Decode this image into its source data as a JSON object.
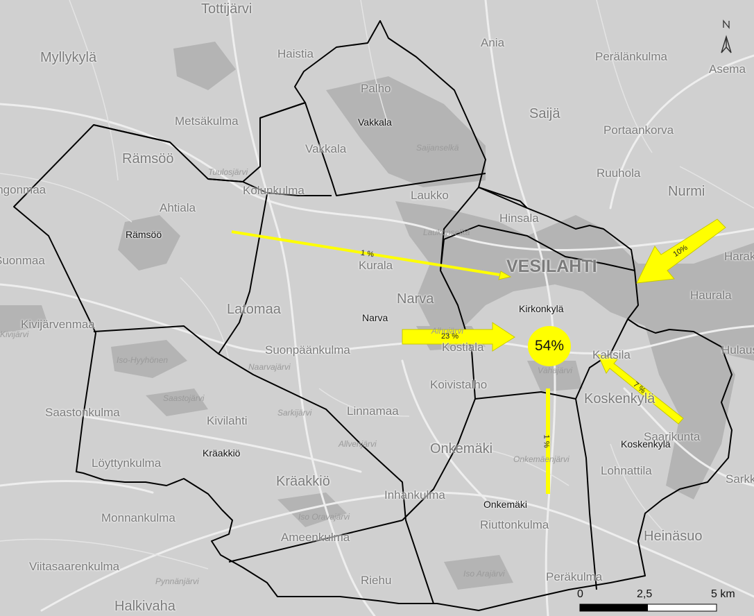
{
  "background_labels": [
    {
      "text": "Tottijärvi",
      "size": "big"
    },
    {
      "text": "Myllykylä",
      "size": "big"
    },
    {
      "text": "Haistia",
      "size": "mid"
    },
    {
      "text": "Ania",
      "size": "mid"
    },
    {
      "text": "Perälänkulma",
      "size": "mid"
    },
    {
      "text": "Asema",
      "size": "mid"
    },
    {
      "text": "Palho",
      "size": "mid"
    },
    {
      "text": "Saijä",
      "size": "big"
    },
    {
      "text": "Metsäkulma",
      "size": "mid"
    },
    {
      "text": "Portaankorva",
      "size": "mid"
    },
    {
      "text": "Rämsöö",
      "size": "big"
    },
    {
      "text": "Vakkala",
      "size": "mid"
    },
    {
      "text": "Ruuhola",
      "size": "mid"
    },
    {
      "text": "Nurmi",
      "size": "big"
    },
    {
      "text": "Kolunkulma",
      "size": "mid"
    },
    {
      "text": "Laukko",
      "size": "mid"
    },
    {
      "text": "Ahtiala",
      "size": "mid"
    },
    {
      "text": "Hinsala",
      "size": "mid"
    },
    {
      "text": "VESILAHTI",
      "size": "huge"
    },
    {
      "text": "Kurala",
      "size": "mid"
    },
    {
      "text": "Haurala",
      "size": "mid"
    },
    {
      "text": "Narva",
      "size": "big"
    },
    {
      "text": "Latomaa",
      "size": "big"
    },
    {
      "text": "Kivijärvenmaa",
      "size": "mid"
    },
    {
      "text": "Suonpäänkulma",
      "size": "mid"
    },
    {
      "text": "Kostiala",
      "size": "mid"
    },
    {
      "text": "Koivistalho",
      "size": "mid"
    },
    {
      "text": "Koskenkylä",
      "size": "big"
    },
    {
      "text": "Saastonkulma",
      "size": "mid"
    },
    {
      "text": "Linnamaa",
      "size": "mid"
    },
    {
      "text": "Kivilahti",
      "size": "mid"
    },
    {
      "text": "Onkemäki",
      "size": "big"
    },
    {
      "text": "Saarikunta",
      "size": "mid"
    },
    {
      "text": "Löyttynkulma",
      "size": "mid"
    },
    {
      "text": "Kräakkiö",
      "size": "big"
    },
    {
      "text": "Lohnattila",
      "size": "mid"
    },
    {
      "text": "Inhankulma",
      "size": "mid"
    },
    {
      "text": "Monnankulma",
      "size": "mid"
    },
    {
      "text": "Riuttonkulma",
      "size": "mid"
    },
    {
      "text": "Ameenkulma",
      "size": "mid"
    },
    {
      "text": "Heinäsuo",
      "size": "big"
    },
    {
      "text": "Viitasaarenkulma",
      "size": "mid"
    },
    {
      "text": "Riehu",
      "size": "mid"
    },
    {
      "text": "Peräkulma",
      "size": "mid"
    },
    {
      "text": "Halkivaha",
      "size": "big"
    },
    {
      "text": "Suonmaa",
      "size": "mid"
    },
    {
      "text": "Ongonmaa",
      "size": "mid"
    },
    {
      "text": "Hulaus",
      "size": "mid"
    },
    {
      "text": "Harakl",
      "size": "mid"
    },
    {
      "text": "Sarkki",
      "size": "mid"
    },
    {
      "text": "Kaltsila",
      "size": "mid"
    },
    {
      "text": "Saijanselkä",
      "size": "small"
    },
    {
      "text": "Iso-Hyyhönen",
      "size": "small"
    },
    {
      "text": "Naarvajärvi",
      "size": "small"
    },
    {
      "text": "Saastojärvi",
      "size": "small"
    },
    {
      "text": "Alhojärvi",
      "size": "small"
    },
    {
      "text": "Vähajärvi",
      "size": "small"
    },
    {
      "text": "Onkemäenjärvi",
      "size": "small"
    },
    {
      "text": "Iso Oravajärvi",
      "size": "small"
    },
    {
      "text": "Iso Arajärvi",
      "size": "small"
    },
    {
      "text": "Pynnänjärvi",
      "size": "small"
    },
    {
      "text": "Laukonselkä",
      "size": "small"
    },
    {
      "text": "Tuulosjärvi",
      "size": "small"
    },
    {
      "text": "Kivijärvi",
      "size": "small"
    },
    {
      "text": "Sarkijärvi",
      "size": "small"
    },
    {
      "text": "Allvenjärvi",
      "size": "small"
    }
  ],
  "area_labels": [
    "Vakkala",
    "Rämsöö",
    "Narva",
    "Kirkonkylä",
    "Koskenkylä",
    "Kräakkiö",
    "Onkemäki"
  ],
  "flows": [
    {
      "label": "1 %",
      "share": 1,
      "from": "Rämsöö",
      "to": "Kirkonkylä"
    },
    {
      "label": "10%",
      "share": 10,
      "from": "east",
      "to": "Kirkonkylä"
    },
    {
      "label": "23 %",
      "share": 23,
      "from": "Narva",
      "to": "Kirkonkylä"
    },
    {
      "label": "7 %",
      "share": 7,
      "from": "Koskenkylä",
      "to": "Kirkonkylä"
    },
    {
      "label": "1 %",
      "share": 1,
      "from": "Onkemäki",
      "to": "Kirkonkylä"
    }
  ],
  "center_share": "54%",
  "scale_bar": {
    "labels": [
      "0",
      "2,5",
      "5 km"
    ]
  },
  "colors": {
    "arrow": "#ffff00",
    "arrow_outline": "#c8c800",
    "boundary": "#000000",
    "land": "#cfcfcf",
    "water": "#b3b3b3",
    "roads": "#eeeeee"
  },
  "north_arrow": "north-arrow-icon"
}
